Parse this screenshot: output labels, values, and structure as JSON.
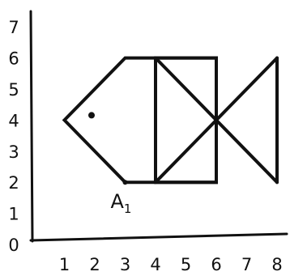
{
  "axis": {
    "x_ticks": [
      "1",
      "2",
      "3",
      "4",
      "5",
      "6",
      "7",
      "8"
    ],
    "y_ticks": [
      "0",
      "1",
      "2",
      "3",
      "4",
      "5",
      "6",
      "7"
    ]
  },
  "fish": {
    "body": [
      [
        1,
        4
      ],
      [
        3,
        6
      ],
      [
        6,
        6
      ],
      [
        6,
        2
      ],
      [
        3,
        2
      ]
    ],
    "square": [
      [
        4,
        6
      ],
      [
        6,
        6
      ],
      [
        6,
        2
      ],
      [
        4,
        2
      ]
    ],
    "tail_lines": [
      [
        [
          4,
          6
        ],
        [
          8,
          2
        ]
      ],
      [
        [
          4,
          2
        ],
        [
          8,
          6
        ]
      ],
      [
        [
          8,
          2
        ],
        [
          8,
          6
        ]
      ]
    ],
    "eye": [
      2,
      4
    ],
    "labeled_point": {
      "label": "A",
      "subscript": "1",
      "at": [
        3,
        2
      ]
    }
  },
  "colors": {
    "stroke": "#111111",
    "background": "#ffffff"
  }
}
